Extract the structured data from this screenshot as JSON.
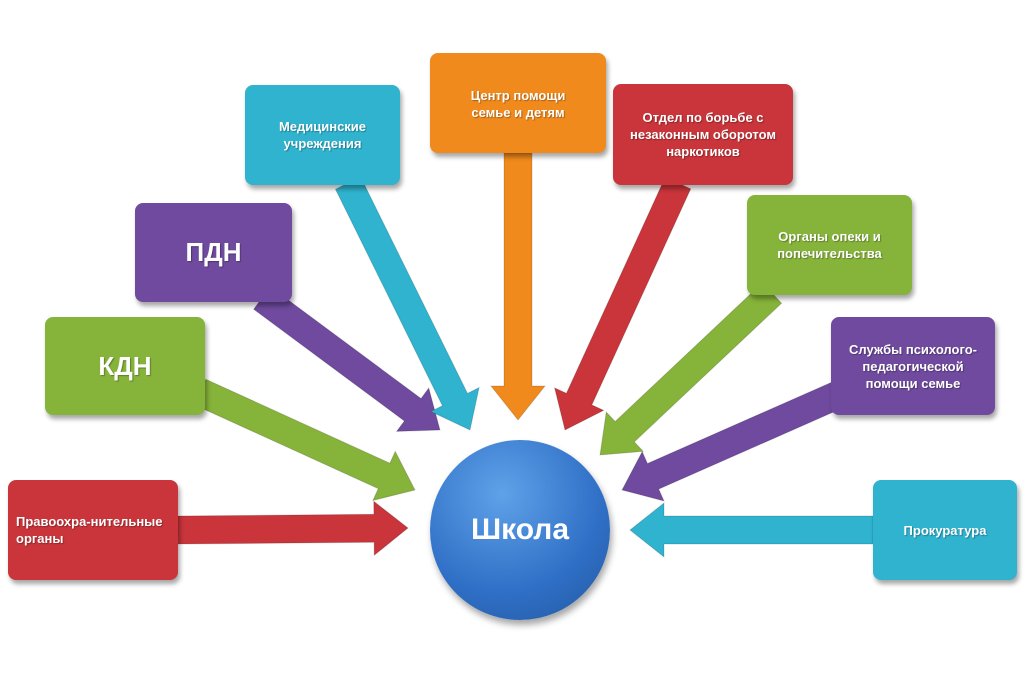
{
  "center": {
    "label": "Школа",
    "color": "#3a7fd5"
  },
  "nodes": [
    {
      "label": "Правоохра-нительные органы",
      "color": "#c9353a"
    },
    {
      "label": "КДН",
      "color": "#86b33a"
    },
    {
      "label": "ПДН",
      "color": "#6f4a9e"
    },
    {
      "label": "Медицинские учреждения",
      "color": "#2fb3cf"
    },
    {
      "label": "Центр помощи семье и детям",
      "color": "#f08a1c"
    },
    {
      "label": "Отдел по борьбе с незаконным оборотом наркотиков",
      "color": "#c9353a"
    },
    {
      "label": "Органы опеки и попечительства",
      "color": "#86b33a"
    },
    {
      "label": "Службы психолого-педагогической помощи семье",
      "color": "#6f4a9e"
    },
    {
      "label": "Прокуратура",
      "color": "#2fb3cf"
    }
  ]
}
